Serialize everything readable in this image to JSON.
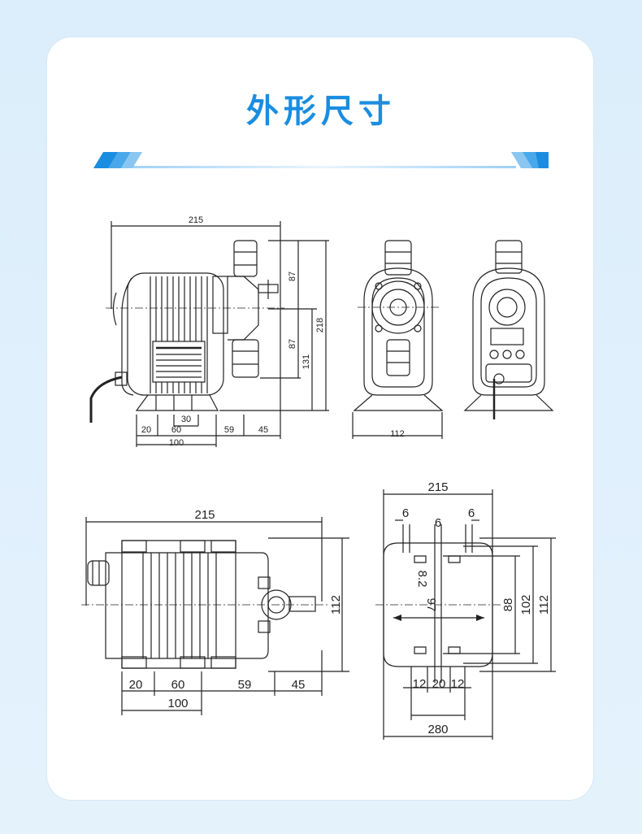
{
  "page": {
    "title": "外形尺寸",
    "accent_color": "#1a8de0"
  },
  "views": {
    "side": {
      "w215": "215",
      "h87a": "87",
      "h87b": "87",
      "h131": "131",
      "h218": "218",
      "d30": "30",
      "d20": "20",
      "d60": "60",
      "d59": "59",
      "d45": "45",
      "d100": "100"
    },
    "front": {
      "w112": "112"
    },
    "top": {
      "w215": "215",
      "h112": "112",
      "d20": "20",
      "d60": "60",
      "d59": "59",
      "d45": "45",
      "d100": "100"
    },
    "base": {
      "w215": "215",
      "d6a": "6",
      "d6b": "6",
      "d6c": "6",
      "d82": "8.2",
      "d97": "97",
      "d88": "88",
      "d102": "102",
      "d112": "112",
      "d12a": "12",
      "d20": "20",
      "d12b": "12",
      "d280": "280"
    }
  }
}
